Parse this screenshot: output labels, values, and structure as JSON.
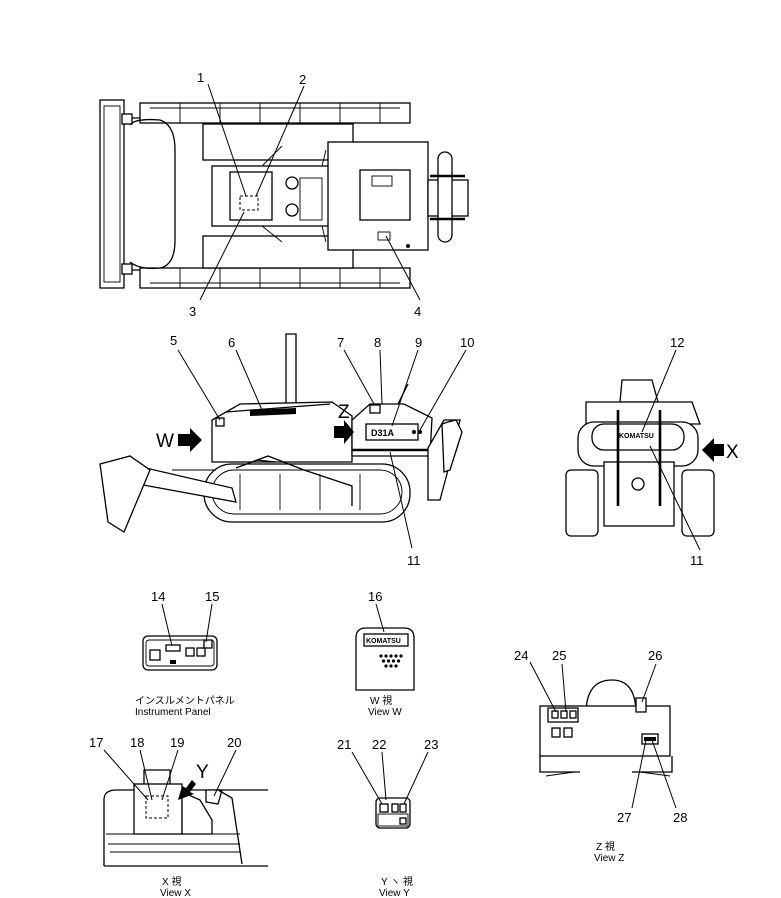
{
  "callouts": {
    "c1": "1",
    "c2": "2",
    "c3": "3",
    "c4": "4",
    "c5": "5",
    "c6": "6",
    "c7": "7",
    "c8": "8",
    "c9": "9",
    "c10": "10",
    "c11a": "11",
    "c11b": "11",
    "c12": "12",
    "c14": "14",
    "c15": "15",
    "c16": "16",
    "c17": "17",
    "c18": "18",
    "c19": "19",
    "c20": "20",
    "c21": "21",
    "c22": "22",
    "c23": "23",
    "c24": "24",
    "c25": "25",
    "c26": "26",
    "c27": "27",
    "c28": "28"
  },
  "view_markers": {
    "w": "W",
    "z": "Z",
    "x": "X",
    "y": "Y"
  },
  "decals": {
    "model_plate": "D31A",
    "brand_rear": "KOMATSU",
    "brand_front": "KOMATSU"
  },
  "captions": {
    "instrument_panel_jp": "インスルメントパネル",
    "instrument_panel_en": "Instrument  Panel",
    "view_w_jp": "W  視",
    "view_w_en": "View  W",
    "view_x_jp": "X  視",
    "view_x_en": "View  X",
    "view_y_jp": "Y ヽ 視",
    "view_y_en": "View  Y",
    "view_z_jp": "Z  視",
    "view_z_en": "View  Z"
  }
}
